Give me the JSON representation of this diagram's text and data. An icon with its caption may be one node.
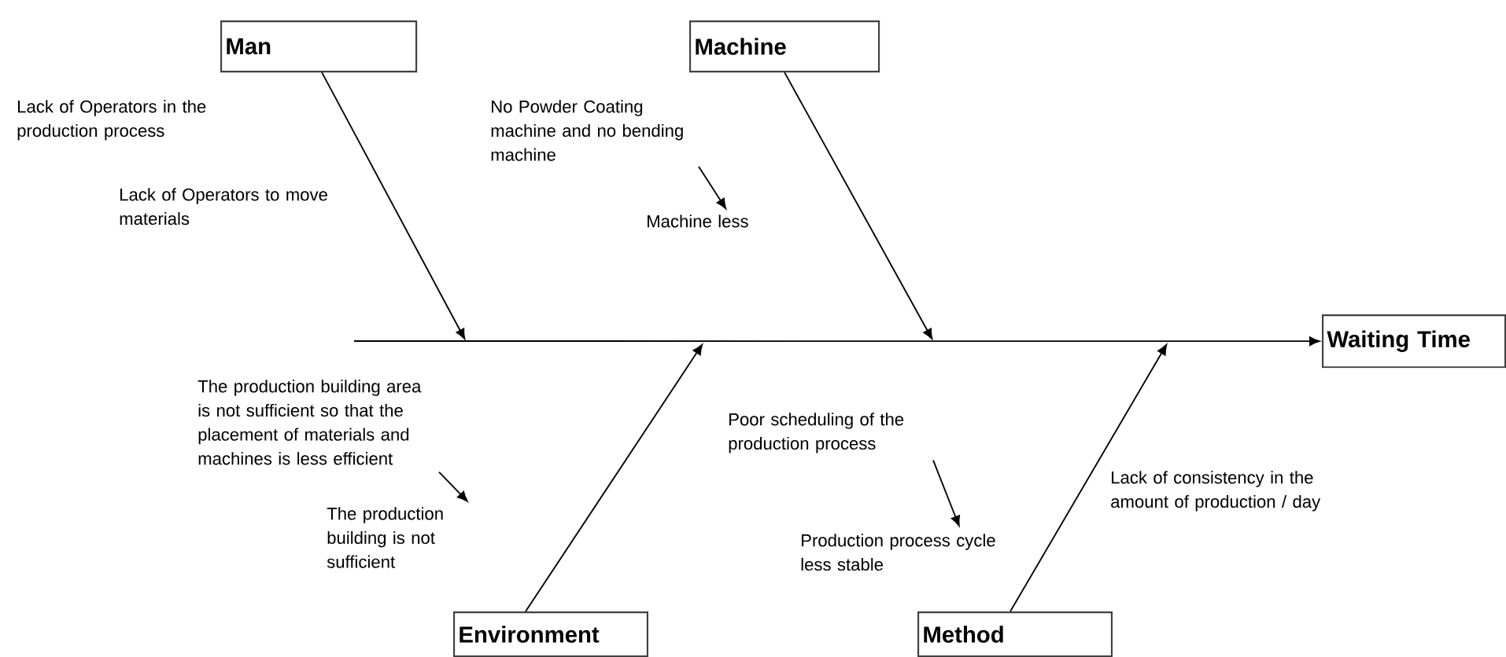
{
  "diagram": {
    "nodes": [
      {
        "text": [
          "Man"
        ]
      },
      {
        "text": [
          "Machine"
        ]
      },
      {
        "text": [
          "No Powder Coating machine and no bending machine"
        ]
      },
      {
        "text": [
          "Machine less"
        ]
      },
      {
        "text": [
          "Waiting Time"
        ]
      },
      {
        "text": [
          "The production building area is not sufficient so that the placement of materials and machines is less efficient"
        ]
      },
      {
        "text": [
          "Poor scheduling of the production process"
        ]
      },
      {
        "text": [
          "The production building is not sufficient"
        ]
      },
      {
        "text": [
          "Production process cycle less stable"
        ]
      },
      {
        "text": [
          "Environment"
        ]
      },
      {
        "text": [
          "Method"
        ]
      }
    ],
    "edges": [
      {
        "from": null,
        "to": 4,
        "arrow": "to"
      },
      {
        "from": 0,
        "to": null,
        "arrow": "to"
      },
      {
        "from": 1,
        "to": null,
        "arrow": "to"
      },
      {
        "from": 9,
        "to": null,
        "arrow": "to"
      },
      {
        "from": 10,
        "to": null,
        "arrow": "to"
      },
      {
        "from": 2,
        "to": 3,
        "arrow": "to"
      },
      {
        "from": 5,
        "to": 7,
        "arrow": "to"
      },
      {
        "from": 6,
        "to": 8,
        "arrow": "to"
      }
    ],
    "labels": [
      "Lack of Operators in the production process",
      "Lack of Operators to move materials",
      "Lack of consistency in the amount of production / day"
    ]
  }
}
